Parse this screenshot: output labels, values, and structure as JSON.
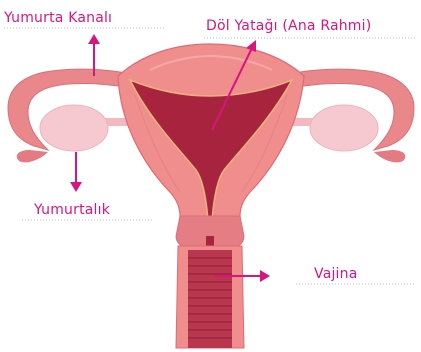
{
  "labels": {
    "fallopian_tube": "Yumurta Kanalı",
    "uterus": "Döl Yatağı (Ana Rahmi)",
    "ovary": "Yumurtalık",
    "vagina": "Vajina"
  },
  "colors": {
    "label": "#d8157f",
    "tissue": "#f08e8e",
    "tissue_dark": "#e06a72",
    "cavity": "#a8243e",
    "ovary": "#f6c9d0",
    "outline": "#e9b47a"
  }
}
